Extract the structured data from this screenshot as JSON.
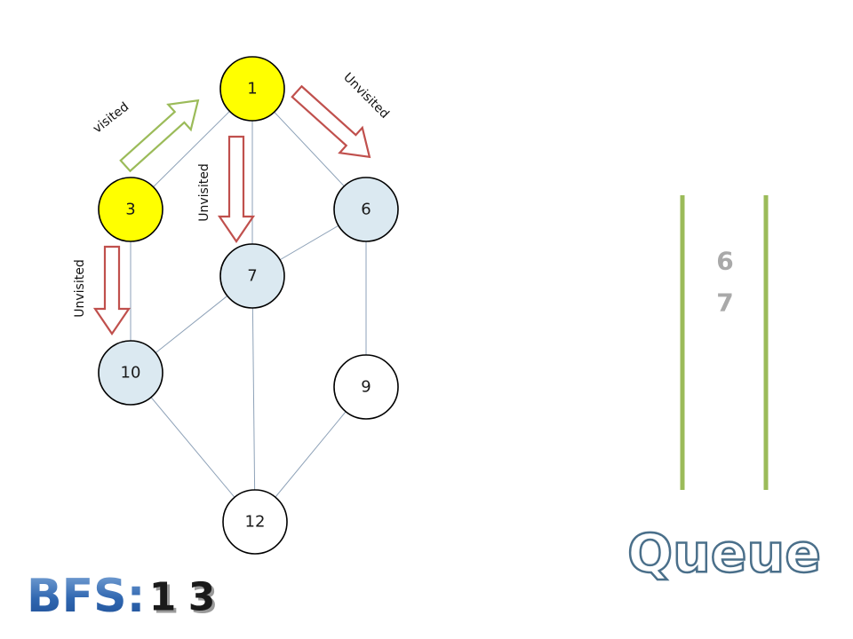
{
  "graph": {
    "nodes": [
      {
        "id": "1",
        "label": "1",
        "state": "visited"
      },
      {
        "id": "3",
        "label": "3",
        "state": "visited"
      },
      {
        "id": "6",
        "label": "6",
        "state": "queued"
      },
      {
        "id": "7",
        "label": "7",
        "state": "queued"
      },
      {
        "id": "10",
        "label": "10",
        "state": "queued"
      },
      {
        "id": "9",
        "label": "9",
        "state": "unvisited"
      },
      {
        "id": "12",
        "label": "12",
        "state": "unvisited"
      }
    ],
    "edges": [
      [
        "1",
        "3"
      ],
      [
        "1",
        "7"
      ],
      [
        "1",
        "6"
      ],
      [
        "3",
        "10"
      ],
      [
        "6",
        "7"
      ],
      [
        "6",
        "9"
      ],
      [
        "7",
        "10"
      ],
      [
        "7",
        "12"
      ],
      [
        "10",
        "12"
      ],
      [
        "9",
        "12"
      ]
    ],
    "arrows": [
      {
        "label": "visited",
        "from": "3",
        "to": "1",
        "color": "#9bbb59"
      },
      {
        "label": "Unvisited",
        "from": "1",
        "to": "6",
        "color": "#c0504d"
      },
      {
        "label": "Unvisited",
        "from": "1",
        "to": "7",
        "color": "#c0504d"
      },
      {
        "label": "Unvisited",
        "from": "3",
        "to": "10",
        "color": "#c0504d"
      }
    ]
  },
  "state_colors": {
    "visited": "#ffff00",
    "queued": "#dbe9f1",
    "unvisited": "#ffffff"
  },
  "queue": {
    "title": "Queue",
    "items": [
      "6",
      "7"
    ],
    "wall_color": "#9bbb59"
  },
  "bfs": {
    "label": "BFS:",
    "sequence": [
      "1",
      "3"
    ]
  }
}
